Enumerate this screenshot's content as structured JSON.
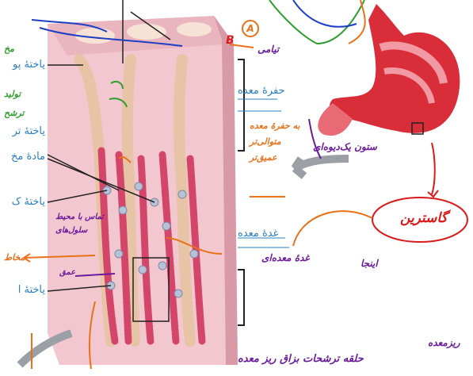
{
  "labels": {
    "left": [
      "یاختهٔ پو",
      "یاختهٔ تر",
      "مادهٔ مخ",
      "یاختهٔ ک",
      "یاختهٔ ا"
    ],
    "right": [
      "حفرهٔ معده",
      "غدهٔ معده"
    ]
  },
  "annotations": {
    "tiyami": "تیامی",
    "circle_letter": "A",
    "circle_letter_b": "B",
    "gastrin": "گاسترین",
    "stomach_mucosa_note": "ستون یک‌دیوه‌ای",
    "lhs_left_1": "تولید",
    "lhs_left_2": "ترشح",
    "bottom_note": "حلقه ترشحات بزاق ریز معده",
    "corner_note": "ریزمعده",
    "pit_note_1": "به حفرهٔ معده",
    "pit_note_2": "متوالی‌تر",
    "pit_note_3": "عمیق‌تر",
    "gland_note": "غدهٔ معده‌ای",
    "side_note_1": "اینجا",
    "side_note_2": "مخاط",
    "left_note_1": "تماس با محیط",
    "left_note_2": "سلول‌های",
    "left_note_3": "عمق",
    "green_note": "مخ"
  },
  "colors": {
    "tissue_pink": "#f3c7cf",
    "tissue_top": "#e9a7b4",
    "gland_red": "#d4456a",
    "stomach_red": "#d92e3a",
    "stomach_light": "#f29aa4"
  }
}
